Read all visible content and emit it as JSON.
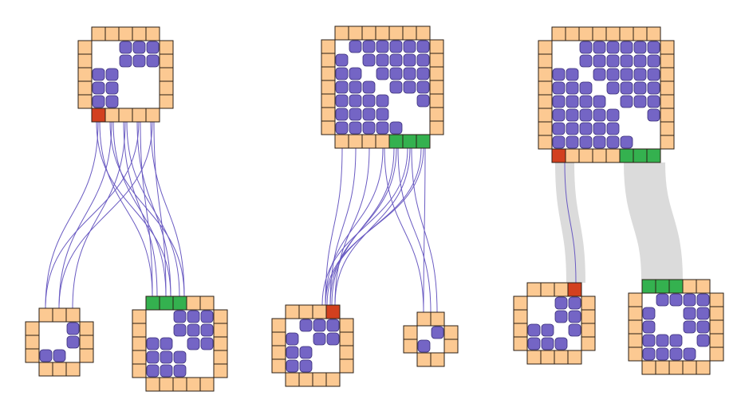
{
  "colors": {
    "border_cell": "#fcc992",
    "matrix_on": "#7465c5",
    "matrix_off": "#ffffff",
    "highlight_red": "#d2401f",
    "highlight_green": "#34b14f",
    "edge": "#6a5bc2",
    "band": "#cfcfcf",
    "stroke": "#2a1e14"
  },
  "matrices": [
    {
      "name": "panel1-top-matrix",
      "size": 5,
      "on_cells": "all-except-diagonal",
      "off_extra": [
        [
          0,
          0
        ],
        [
          0,
          1
        ],
        [
          1,
          0
        ],
        [
          1,
          1
        ],
        [
          2,
          3
        ],
        [
          2,
          4
        ],
        [
          3,
          2
        ],
        [
          3,
          4
        ],
        [
          4,
          2
        ],
        [
          4,
          3
        ]
      ],
      "red_bottom": [
        0
      ],
      "green_top": [],
      "green_bottom": [],
      "red_top": []
    },
    {
      "name": "panel1-bottom-left-matrix",
      "size": 3,
      "on_cells": "all-except-diagonal",
      "off_extra": [
        [
          0,
          1
        ],
        [
          1,
          0
        ]
      ],
      "red_bottom": [],
      "green_top": [],
      "green_bottom": [],
      "red_top": []
    },
    {
      "name": "panel1-bottom-right-matrix",
      "size": 5,
      "on_cells": "all-except-diagonal",
      "off_extra": [
        [
          0,
          1
        ],
        [
          1,
          0
        ],
        [
          3,
          4
        ],
        [
          4,
          3
        ]
      ],
      "red_bottom": [],
      "green_top": [
        0,
        1,
        2
      ],
      "green_bottom": [],
      "red_top": []
    },
    {
      "name": "panel2-top-matrix",
      "size": 7,
      "on_cells": "all-except-diagonal",
      "off_extra": [
        [
          4,
          5
        ],
        [
          5,
          4
        ],
        [
          5,
          6
        ],
        [
          6,
          5
        ]
      ],
      "red_bottom": [],
      "green_top": [],
      "green_bottom": [
        4,
        5,
        6
      ],
      "red_top": []
    },
    {
      "name": "panel2-bottom-left-matrix",
      "size": 4,
      "on_cells": "all-except-diagonal",
      "off_extra": [
        [
          2,
          3
        ],
        [
          3,
          2
        ]
      ],
      "red_bottom": [],
      "green_top": [],
      "green_bottom": [],
      "red_top": [
        3
      ]
    },
    {
      "name": "panel2-bottom-right-matrix",
      "size": 2,
      "on_cells": "all-except-diagonal",
      "off_extra": [],
      "red_bottom": [],
      "green_top": [],
      "green_bottom": [],
      "red_top": []
    },
    {
      "name": "panel3-top-matrix",
      "size": 8,
      "on_cells": "all-except-diagonal",
      "off_extra": [
        [
          0,
          1
        ],
        [
          1,
          0
        ],
        [
          5,
          6
        ],
        [
          6,
          5
        ],
        [
          6,
          7
        ],
        [
          7,
          6
        ]
      ],
      "red_bottom": [
        0
      ],
      "green_top": [],
      "green_bottom": [
        5,
        6,
        7
      ],
      "red_top": []
    },
    {
      "name": "panel3-bottom-left-matrix",
      "size": 4,
      "on_cells": "all-except-diagonal",
      "off_extra": [
        [
          0,
          1
        ],
        [
          1,
          0
        ]
      ],
      "red_bottom": [],
      "green_top": [],
      "green_bottom": [],
      "red_top": [
        3
      ]
    },
    {
      "name": "panel3-bottom-right-matrix",
      "size": 5,
      "on_cells": "all-except-diagonal",
      "off_extra": [
        [
          1,
          2
        ],
        [
          2,
          1
        ]
      ],
      "red_bottom": [],
      "green_top": [
        0,
        1,
        2
      ],
      "green_bottom": [],
      "red_top": []
    }
  ],
  "edge_bundles": [
    {
      "name": "panel1-edges",
      "from": "panel1-top-matrix",
      "to": [
        "panel1-bottom-left-matrix",
        "panel1-bottom-right-matrix"
      ]
    },
    {
      "name": "panel2-edges",
      "from": "panel2-top-matrix",
      "to": [
        "panel2-bottom-left-matrix",
        "panel2-bottom-right-matrix"
      ]
    },
    {
      "name": "panel3-bands",
      "from": "panel3-top-matrix",
      "to": [
        "panel3-bottom-left-matrix",
        "panel3-bottom-right-matrix"
      ]
    }
  ]
}
